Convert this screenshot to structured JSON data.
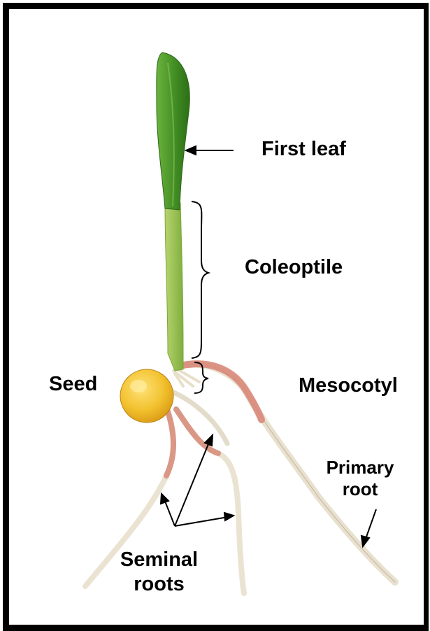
{
  "labels": {
    "first_leaf": "First leaf",
    "coleoptile": "Coleoptile",
    "seed": "Seed",
    "mesocotyl": "Mesocotyl",
    "primary_root": [
      "Primary",
      "root"
    ],
    "seminal_roots": [
      "Seminal",
      "roots"
    ]
  },
  "colors": {
    "border": "#000000",
    "leaf": "#4f9a2f",
    "coleoptile": "#9dc25c",
    "seed": "#f2c12e",
    "root": "#efe8d8",
    "mesocotyl": "#d98a7a",
    "text": "#000000"
  }
}
